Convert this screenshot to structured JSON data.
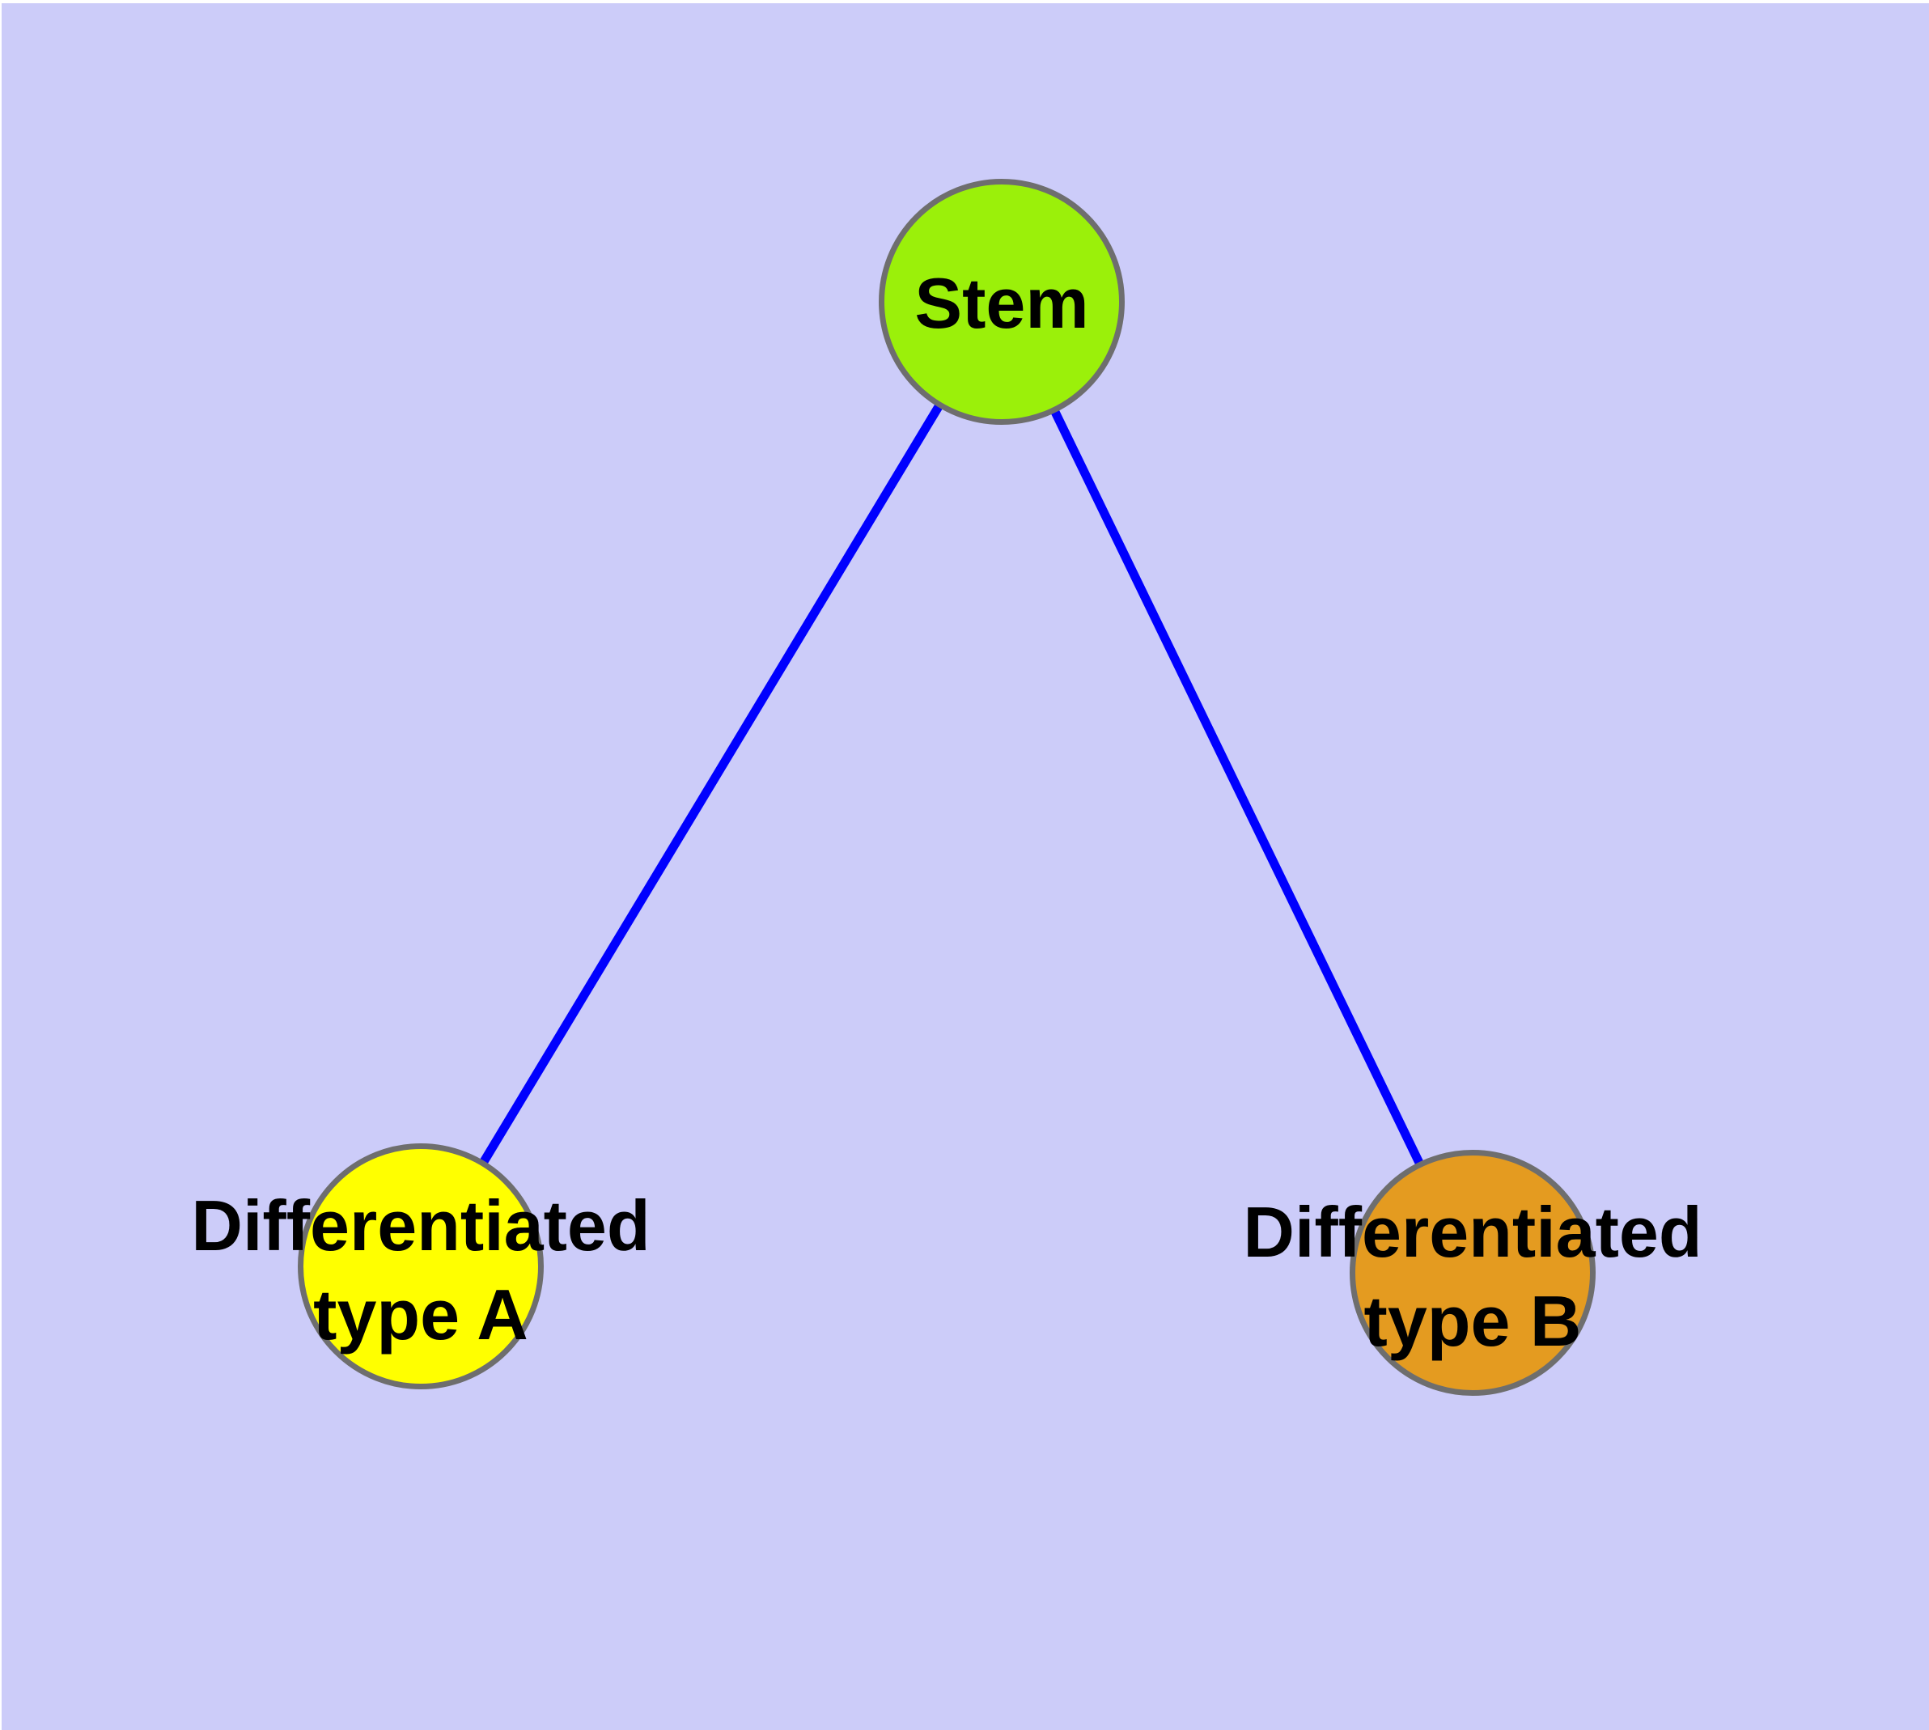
{
  "diagram": {
    "type": "node-link-graph",
    "nodes": {
      "stem": {
        "label": "Stem"
      },
      "type_a": {
        "label_line1": "Differentiated",
        "label_line2": "type A"
      },
      "type_b": {
        "label_line1": "Differentiated",
        "label_line2": "type B"
      }
    },
    "edges": [
      {
        "from": "Stem",
        "to": "Differentiated type A"
      },
      {
        "from": "Stem",
        "to": "Differentiated type B"
      }
    ]
  },
  "colors": {
    "background": "#CCCCF9",
    "edge": "#0000FE",
    "node_border": "#6E6E6E",
    "stem_fill": "#9BF00A",
    "type_a_fill": "#FFFF00",
    "type_b_fill": "#E49B20",
    "label_text": "#000000"
  }
}
